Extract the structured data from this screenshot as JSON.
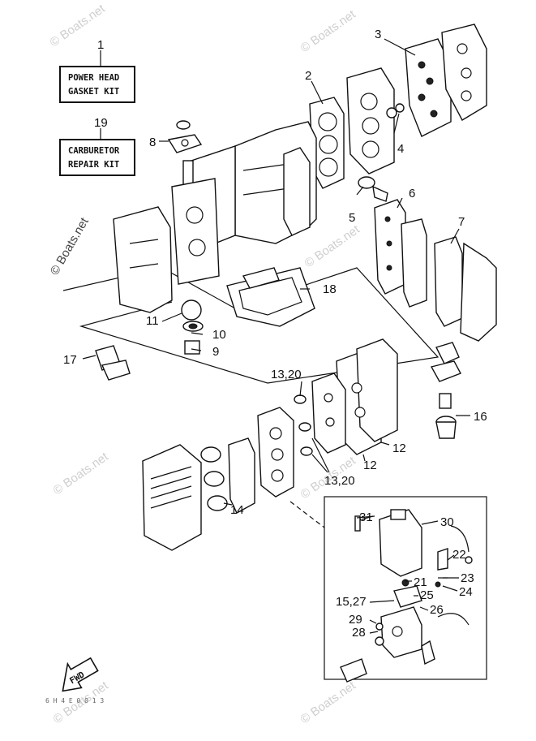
{
  "watermark": "© Boats.net",
  "kit_boxes": {
    "power_head": {
      "ref": "1",
      "line1": "POWER HEAD",
      "line2": "GASKET KIT"
    },
    "carburetor": {
      "ref": "19",
      "line1": "CARBURETOR",
      "line2": "REPAIR KIT"
    }
  },
  "callouts": {
    "c2": "2",
    "c3": "3",
    "c4": "4",
    "c5": "5",
    "c6": "6",
    "c7": "7",
    "c8": "8",
    "c9": "9",
    "c10": "10",
    "c11": "11",
    "c12a": "12",
    "c12b": "12",
    "c13_20a": "13,20",
    "c13_20b": "13,20",
    "c14": "14",
    "c16": "16",
    "c17": "17",
    "c18": "18",
    "c21": "21",
    "c22": "22",
    "c23": "23",
    "c24": "24",
    "c25": "25",
    "c26": "26",
    "c15_27": "15,27",
    "c28": "28",
    "c29": "29",
    "c30": "30",
    "c31": "31"
  },
  "fwd_label": "FWD",
  "footer_code": "6 H 4 E 0 0 1 3"
}
